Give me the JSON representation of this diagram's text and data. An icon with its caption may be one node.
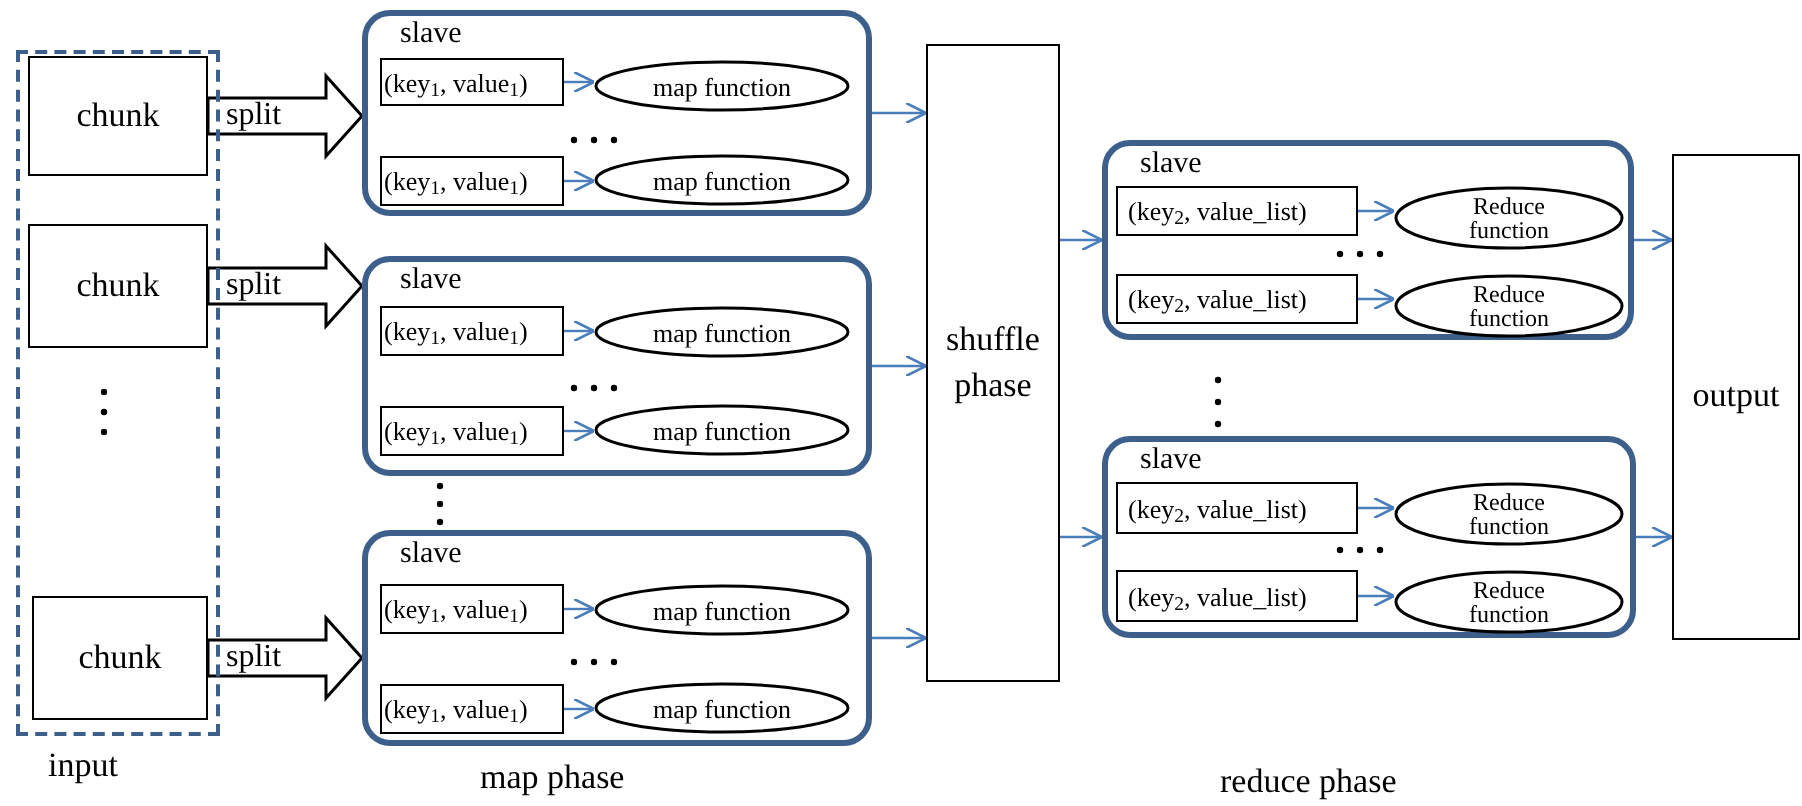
{
  "diagram": {
    "nodes": [
      {
        "text": [
          "input"
        ]
      },
      {
        "text": [
          "chunk"
        ],
        "in": 0
      },
      {
        "text": [
          "chunk"
        ],
        "in": 0
      },
      {
        "text": [
          "chunk"
        ],
        "in": 0
      },
      {
        "text": [
          "slave"
        ]
      },
      {
        "text": [
          "(key$_{1}$, value$_{1}$)"
        ],
        "in": 4
      },
      {
        "text": [
          "map function"
        ],
        "in": 4
      },
      {
        "text": [
          "(key$_{1}$, value$_{1}$)"
        ],
        "in": 4
      },
      {
        "text": [
          "map function"
        ],
        "in": 4
      },
      {
        "text": [
          "slave"
        ]
      },
      {
        "text": [
          "(key$_{1}$, value$_{1}$)"
        ],
        "in": 9
      },
      {
        "text": [
          "map function"
        ],
        "in": 9
      },
      {
        "text": [
          "(key$_{1}$, value$_{1}$)"
        ],
        "in": 9
      },
      {
        "text": [
          "map function"
        ],
        "in": 9
      },
      {
        "text": [
          "slave"
        ]
      },
      {
        "text": [
          "(key$_{1}$, value$_{1}$)"
        ],
        "in": 14
      },
      {
        "text": [
          "map function"
        ],
        "in": 14
      },
      {
        "text": [
          "(key$_{1}$, value$_{1}$)"
        ],
        "in": 14
      },
      {
        "text": [
          "map function"
        ],
        "in": 14
      },
      {
        "text": [
          "shuffle phase"
        ]
      },
      {
        "text": [
          "slave"
        ]
      },
      {
        "text": [
          "(key$_{2}$, value_list)"
        ],
        "in": 20
      },
      {
        "text": [
          "Reduce function"
        ],
        "in": 20
      },
      {
        "text": [
          "(key$_{2}$, value_list)"
        ],
        "in": 20
      },
      {
        "text": [
          "Reduce function"
        ],
        "in": 20
      },
      {
        "text": [
          "slave"
        ]
      },
      {
        "text": [
          "(key$_{2}$, value_list)"
        ],
        "in": 25
      },
      {
        "text": [
          "Reduce function"
        ],
        "in": 25
      },
      {
        "text": [
          "(key$_{2}$, value_list)"
        ],
        "in": 25
      },
      {
        "text": [
          "Reduce function"
        ],
        "in": 25
      },
      {
        "text": [
          "output"
        ]
      }
    ],
    "edges": [
      {
        "from": 1,
        "to": 4,
        "arrow": "to",
        "label": "split",
        "style": "thick",
        "color": "#000000"
      },
      {
        "from": 2,
        "to": 9,
        "arrow": "to",
        "label": "split",
        "style": "thick",
        "color": "#000000"
      },
      {
        "from": 3,
        "to": 14,
        "arrow": "to",
        "label": "split",
        "style": "thick",
        "color": "#000000"
      },
      {
        "from": 5,
        "to": 6,
        "arrow": "to"
      },
      {
        "from": 7,
        "to": 8,
        "arrow": "to"
      },
      {
        "from": 10,
        "to": 11,
        "arrow": "to"
      },
      {
        "from": 12,
        "to": 13,
        "arrow": "to"
      },
      {
        "from": 15,
        "to": 16,
        "arrow": "to"
      },
      {
        "from": 17,
        "to": 18,
        "arrow": "to"
      },
      {
        "from": 4,
        "to": 19,
        "arrow": "to"
      },
      {
        "from": 9,
        "to": 19,
        "arrow": "to"
      },
      {
        "from": 14,
        "to": 19,
        "arrow": "to"
      },
      {
        "from": 19,
        "to": 20,
        "arrow": "to"
      },
      {
        "from": 19,
        "to": 25,
        "arrow": "to"
      },
      {
        "from": 21,
        "to": 22,
        "arrow": "to"
      },
      {
        "from": 23,
        "to": 24,
        "arrow": "to"
      },
      {
        "from": 26,
        "to": 27,
        "arrow": "to"
      },
      {
        "from": 28,
        "to": 29,
        "arrow": "to"
      },
      {
        "from": 20,
        "to": 30,
        "arrow": "to"
      },
      {
        "from": 25,
        "to": 30,
        "arrow": "to"
      }
    ],
    "labels": [
      "map phase",
      "reduce phase"
    ]
  }
}
